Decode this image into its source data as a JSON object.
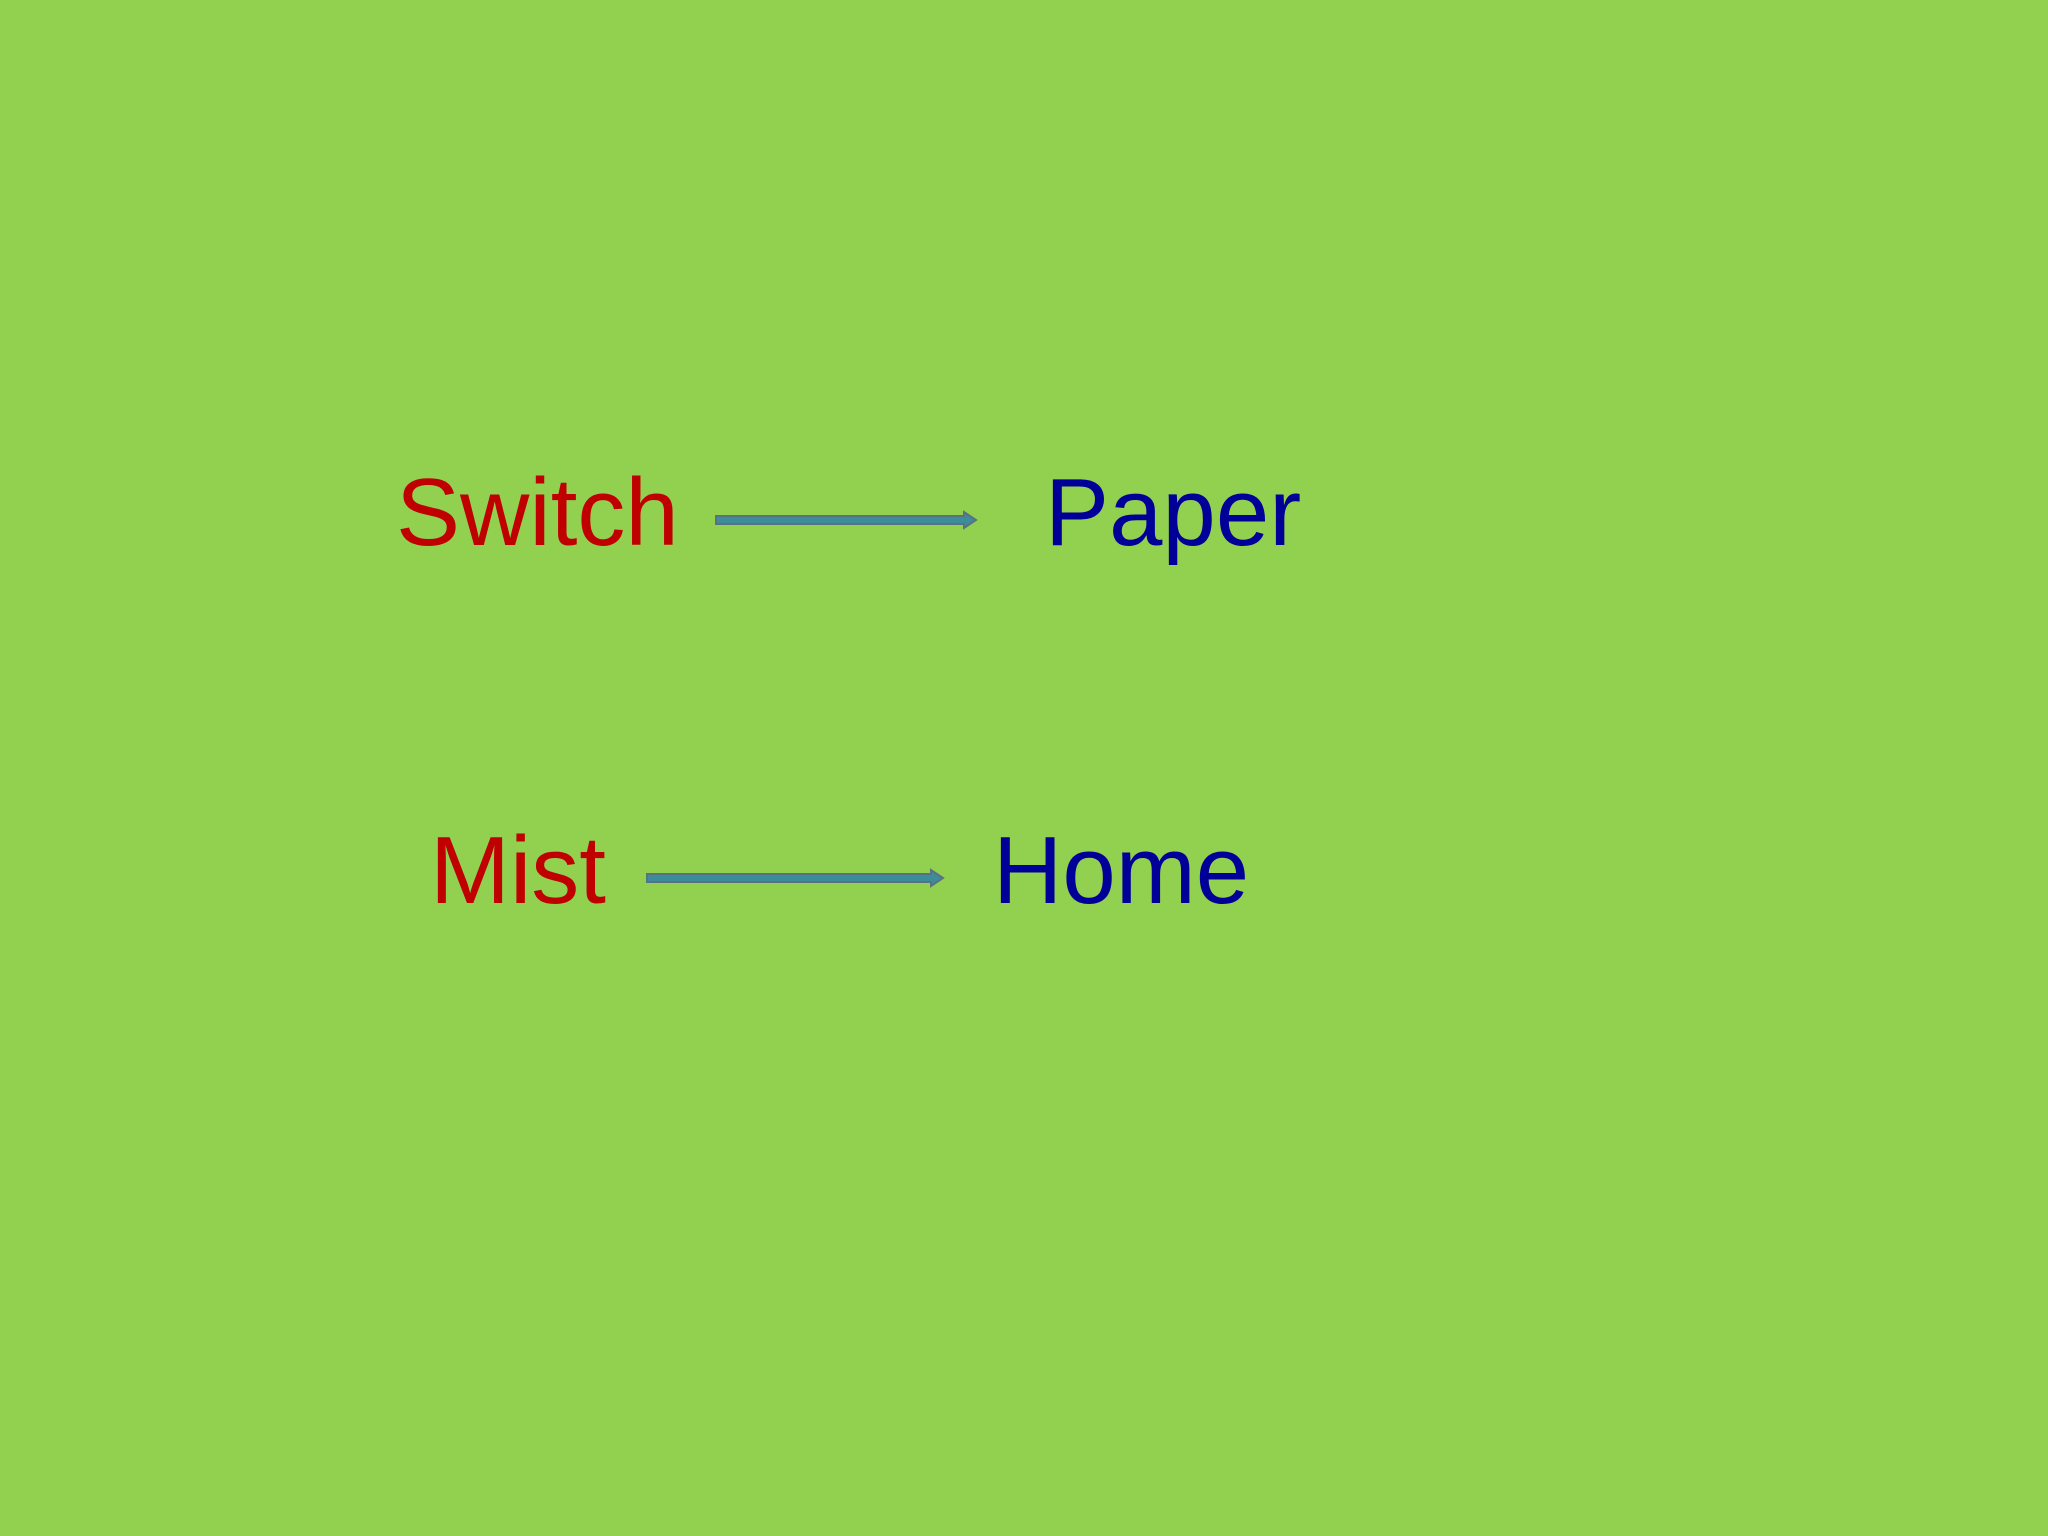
{
  "colors": {
    "background": "#92d050",
    "source_word": "#c00000",
    "target_word": "#000099",
    "arrow_fill": "#3c8d9a",
    "arrow_stroke": "#5a7184"
  },
  "pairs": [
    {
      "source": "Switch",
      "target": "Paper"
    },
    {
      "source": "Mist",
      "target": "Home"
    }
  ],
  "arrow_icon": "right-double-line-arrow-icon"
}
